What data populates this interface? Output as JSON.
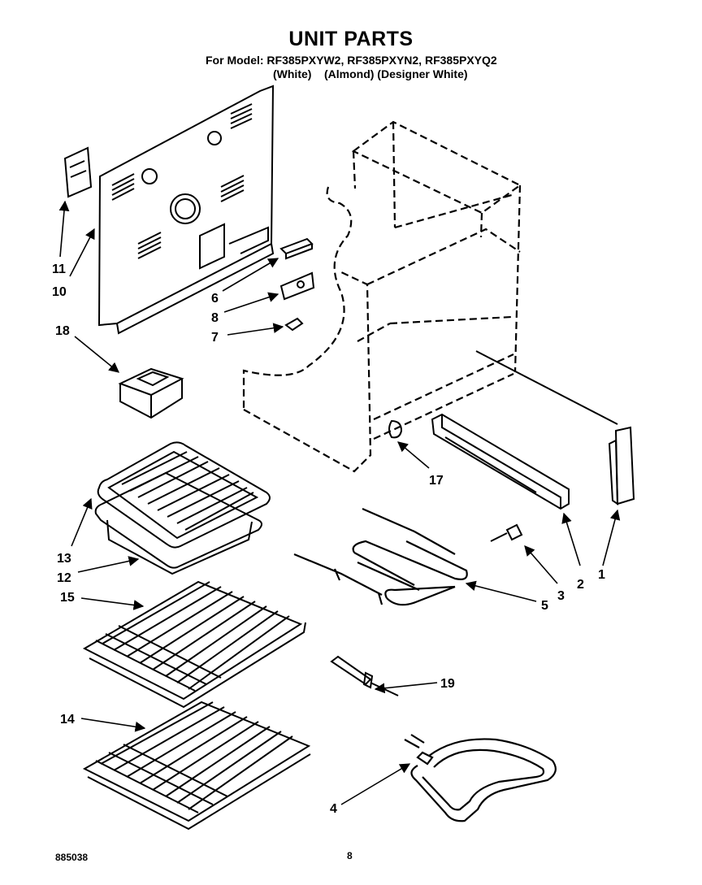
{
  "header": {
    "title": "UNIT PARTS",
    "models_line": "For Model: RF385PXYW2, RF385PXYN2, RF385PXYQ2",
    "colors_line": "(White)    (Almond) (Designer White)"
  },
  "callouts": [
    {
      "id": "c1",
      "text": "1"
    },
    {
      "id": "c2",
      "text": "2"
    },
    {
      "id": "c3",
      "text": "3"
    },
    {
      "id": "c4",
      "text": "4"
    },
    {
      "id": "c5",
      "text": "5"
    },
    {
      "id": "c6",
      "text": "6"
    },
    {
      "id": "c7",
      "text": "7"
    },
    {
      "id": "c8",
      "text": "8"
    },
    {
      "id": "c10",
      "text": "10"
    },
    {
      "id": "c11",
      "text": "11"
    },
    {
      "id": "c12",
      "text": "12"
    },
    {
      "id": "c13",
      "text": "13"
    },
    {
      "id": "c14",
      "text": "14"
    },
    {
      "id": "c15",
      "text": "15"
    },
    {
      "id": "c17",
      "text": "17"
    },
    {
      "id": "c18",
      "text": "18"
    },
    {
      "id": "c19",
      "text": "19"
    }
  ],
  "footer": {
    "doc_number": "885038",
    "page_number": "8"
  }
}
